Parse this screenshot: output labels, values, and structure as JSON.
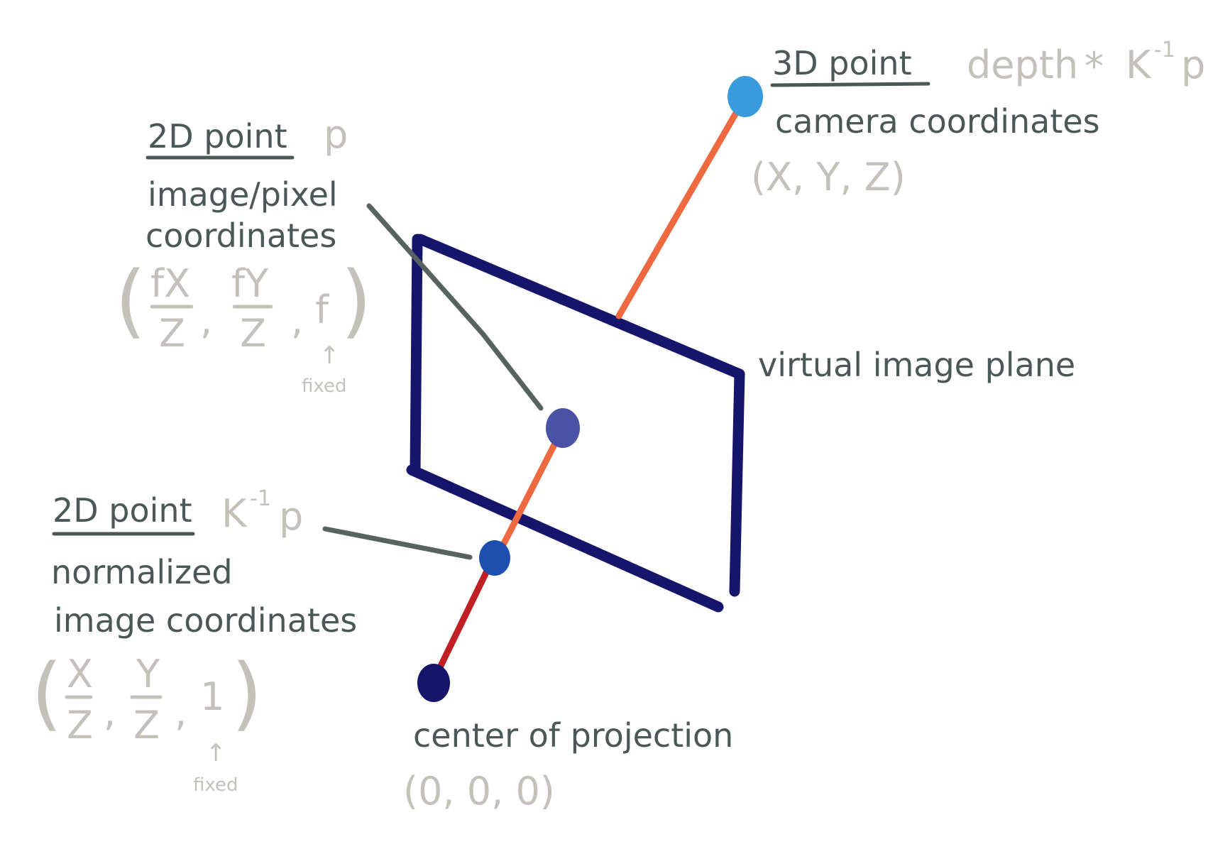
{
  "colors": {
    "plane": "#15156b",
    "ray_far": "#ee6840",
    "ray_near": "#c21f24",
    "leader": "#576360",
    "point_3d": "#3a9bdc",
    "point_image": "#4a52a6",
    "point_normalized": "#1e4fb0",
    "point_center": "#15156b",
    "text_dark": "#4a5957",
    "text_grey": "#c4c1bb"
  },
  "point3d": {
    "title": "3D point",
    "formula_prefix": "depth",
    "formula_op": "*",
    "formula_K": "K",
    "formula_sup": "-1",
    "formula_p": "p",
    "subtitle": "camera coordinates",
    "coords": "(X, Y, Z)"
  },
  "point2d_pixel": {
    "title": "2D point",
    "symbol": "p",
    "line1": "image/pixel",
    "line2": "coordinates",
    "paren_open": "(",
    "frac1_num": "fX",
    "frac1_den": "Z",
    "comma1": ",",
    "frac2_num": "fY",
    "frac2_den": "Z",
    "comma2": ",",
    "third": "f",
    "paren_close": ")",
    "arrow": "↑",
    "note": "fixed"
  },
  "plane": {
    "label": "virtual image plane"
  },
  "point2d_normalized": {
    "title": "2D point",
    "formula_K": "K",
    "formula_sup": "-1",
    "formula_p": "p",
    "line1": "normalized",
    "line2": "image coordinates",
    "paren_open": "(",
    "frac1_num": "X",
    "frac1_den": "Z",
    "comma1": ",",
    "frac2_num": "Y",
    "frac2_den": "Z",
    "comma2": ",",
    "third": "1",
    "paren_close": ")",
    "arrow": "↑",
    "note": "fixed"
  },
  "center": {
    "label": "center of projection",
    "coords": "(0, 0, 0)"
  }
}
